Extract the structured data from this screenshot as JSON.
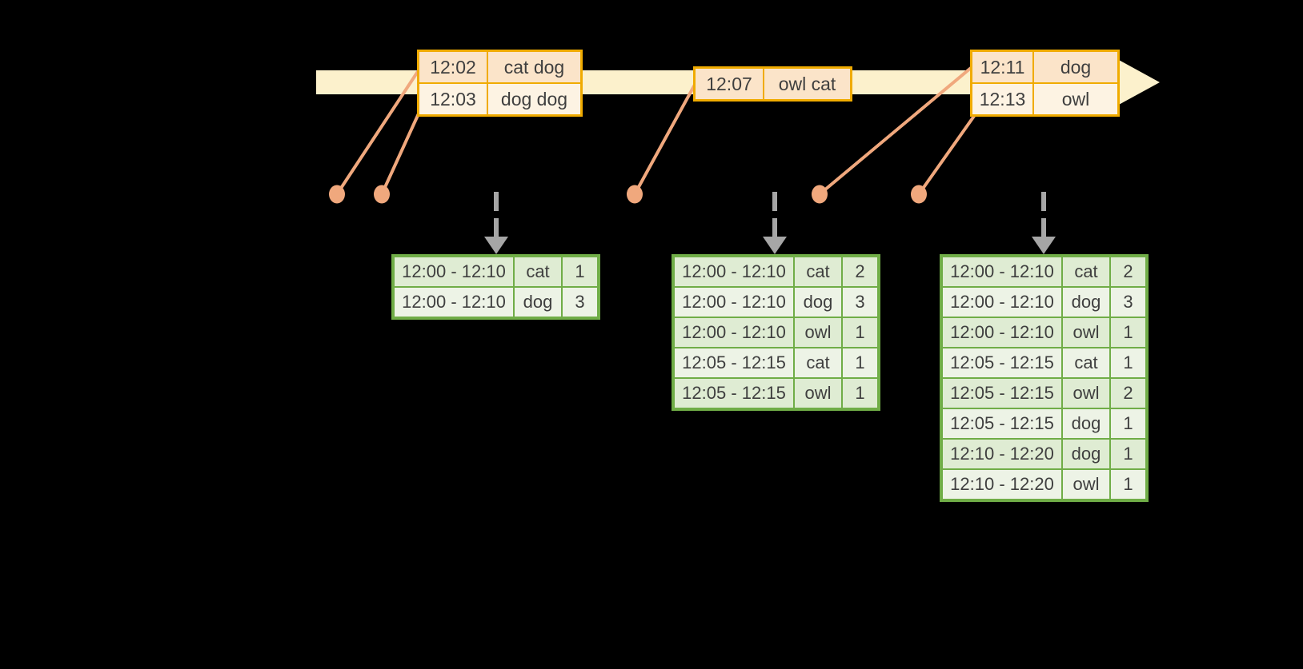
{
  "colors": {
    "background": "#000000",
    "timeline_band": "#FCF1CC",
    "event_border": "#F0AB00",
    "event_row_dark": "#FBE4C9",
    "event_row_light": "#FDF3E3",
    "connector": "#F0A87D",
    "trigger_arrow": "#A6A6A6",
    "table_border": "#70AD47",
    "table_row_dark": "#DFECD3",
    "table_row_light": "#EDF3E6",
    "text": "#3F3F3F"
  },
  "events": [
    {
      "time": "12:02",
      "words": "cat dog"
    },
    {
      "time": "12:03",
      "words": "dog dog"
    },
    {
      "time": "12:07",
      "words": "owl cat"
    },
    {
      "time": "12:11",
      "words": "dog"
    },
    {
      "time": "12:13",
      "words": "owl"
    }
  ],
  "result_tables": [
    {
      "rows": [
        [
          "12:00 - 12:10",
          "cat",
          "1"
        ],
        [
          "12:00 - 12:10",
          "dog",
          "3"
        ]
      ]
    },
    {
      "rows": [
        [
          "12:00 - 12:10",
          "cat",
          "2"
        ],
        [
          "12:00 - 12:10",
          "dog",
          "3"
        ],
        [
          "12:00 - 12:10",
          "owl",
          "1"
        ],
        [
          "12:05 - 12:15",
          "cat",
          "1"
        ],
        [
          "12:05 - 12:15",
          "owl",
          "1"
        ]
      ]
    },
    {
      "rows": [
        [
          "12:00 - 12:10",
          "cat",
          "2"
        ],
        [
          "12:00 - 12:10",
          "dog",
          "3"
        ],
        [
          "12:00 - 12:10",
          "owl",
          "1"
        ],
        [
          "12:05 - 12:15",
          "cat",
          "1"
        ],
        [
          "12:05 - 12:15",
          "owl",
          "2"
        ],
        [
          "12:05 - 12:15",
          "dog",
          "1"
        ],
        [
          "12:10 - 12:20",
          "dog",
          "1"
        ],
        [
          "12:10 - 12:20",
          "owl",
          "1"
        ]
      ]
    }
  ]
}
